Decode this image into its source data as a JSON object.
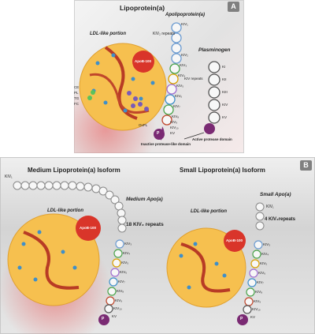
{
  "panel_a": {
    "badge": "A",
    "title": "Lipoprotein(a)",
    "apo_label": "Apolipoprotein(a)",
    "ldl_label": "LDL-like portion",
    "kiv2_repeats": "KIV₂ repeats",
    "apob": "ApoB-100",
    "plasminogen": "Plasminogen",
    "kiv_repeats": "KIV repeats",
    "lipids": [
      "CE",
      "PL",
      "TG",
      "FC"
    ],
    "kringles_apo": [
      "KIV₁",
      "KIV₂",
      "KIV₃",
      "KIV₄",
      "KIV₅",
      "KIV₆",
      "KIV₇",
      "KIV₈",
      "KIV₉",
      "KIV₁₀",
      "KV"
    ],
    "kringles_plg": [
      "KI",
      "KII",
      "KIII",
      "KIV",
      "KV"
    ],
    "oxpl": "OxPL",
    "p_label": "P",
    "inactive": "Inactive protease-like domain",
    "active": "Active protease domain"
  },
  "panel_b": {
    "badge": "B",
    "medium_title": "Medium Lipoprotein(a) Isoform",
    "small_title": "Small Lipoprotein(a) Isoform",
    "kiv1_top": "KIV₁",
    "medium_apo": "Medium Apo(a)",
    "medium_repeats": "18 KIV₂ repeats",
    "small_apo": "Small Apo(a)",
    "small_kiv1": "KIV₁",
    "small_repeats": "4 KIV₂repeats",
    "ldl_label_left": "LDL-like portion",
    "ldl_label_right": "LDL-like portion",
    "apob_left": "ApoB-100",
    "apob_right": "ApoB-100",
    "kringles_medium": [
      "KIV₃",
      "KIV₄",
      "KIV₅",
      "KIV₆",
      "KIV₇",
      "KIV₈",
      "KIV₉",
      "KIV₁₀",
      "KV"
    ],
    "kringles_small": [
      "KIV₃",
      "KIV₄",
      "KIV₅",
      "KIV₆",
      "KIV₇",
      "KIV₈",
      "KIV₉",
      "KIV₁₀",
      "KV"
    ],
    "p_left": "P",
    "p_right": "P"
  }
}
